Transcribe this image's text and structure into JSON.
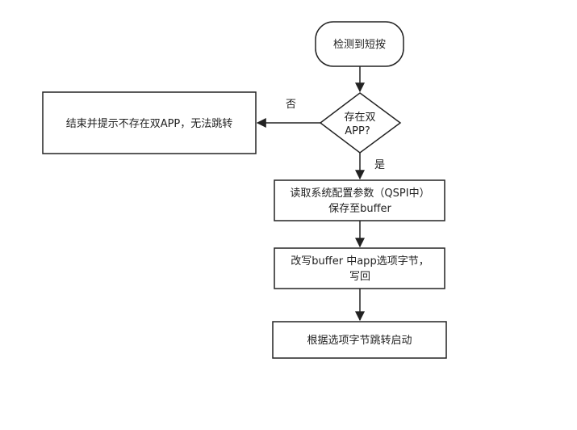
{
  "diagram": {
    "nodes": {
      "start": {
        "lines": [
          "检测到短按"
        ]
      },
      "decision": {
        "lines": [
          "存在双",
          "APP?"
        ]
      },
      "no_dual": {
        "lines": [
          "结束并提示不存在双APP，无法跳转"
        ]
      },
      "read_config": {
        "lines": [
          "读取系统配置参数（QSPI中）",
          "保存至buffer"
        ]
      },
      "modify": {
        "lines": [
          "改写buffer 中app选项字节，",
          "写回"
        ]
      },
      "jump": {
        "lines": [
          "根据选项字节跳转启动"
        ]
      }
    },
    "edges": {
      "no_label": "否",
      "yes_label": "是"
    }
  }
}
